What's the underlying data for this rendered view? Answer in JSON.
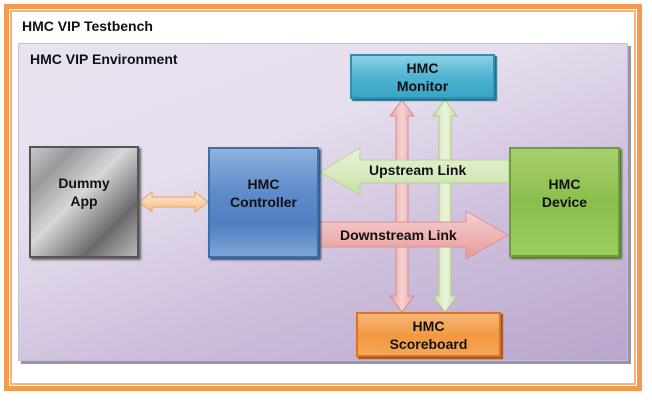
{
  "testbench": {
    "title": "HMC VIP Testbench"
  },
  "environment": {
    "title": "HMC VIP Environment"
  },
  "blocks": {
    "dummy_app": {
      "line1": "Dummy",
      "line2": "App"
    },
    "controller": {
      "line1": "HMC",
      "line2": "Controller"
    },
    "monitor": {
      "line1": "HMC",
      "line2": "Monitor"
    },
    "device": {
      "line1": "HMC",
      "line2": "Device"
    },
    "scoreboard": {
      "line1": "HMC",
      "line2": "Scoreboard"
    }
  },
  "links": {
    "upstream": "Upstream Link",
    "downstream": "Downstream Link"
  },
  "colors": {
    "frame": "#f29a50",
    "controller": "#5f8ccb",
    "monitor": "#4fb4d3",
    "device": "#8bbf4c",
    "scoreboard": "#f39840",
    "upstream_arrow": "#dcecc4",
    "downstream_arrow": "#f0b8b8",
    "bidir_arrow": "#fbdcb8"
  }
}
